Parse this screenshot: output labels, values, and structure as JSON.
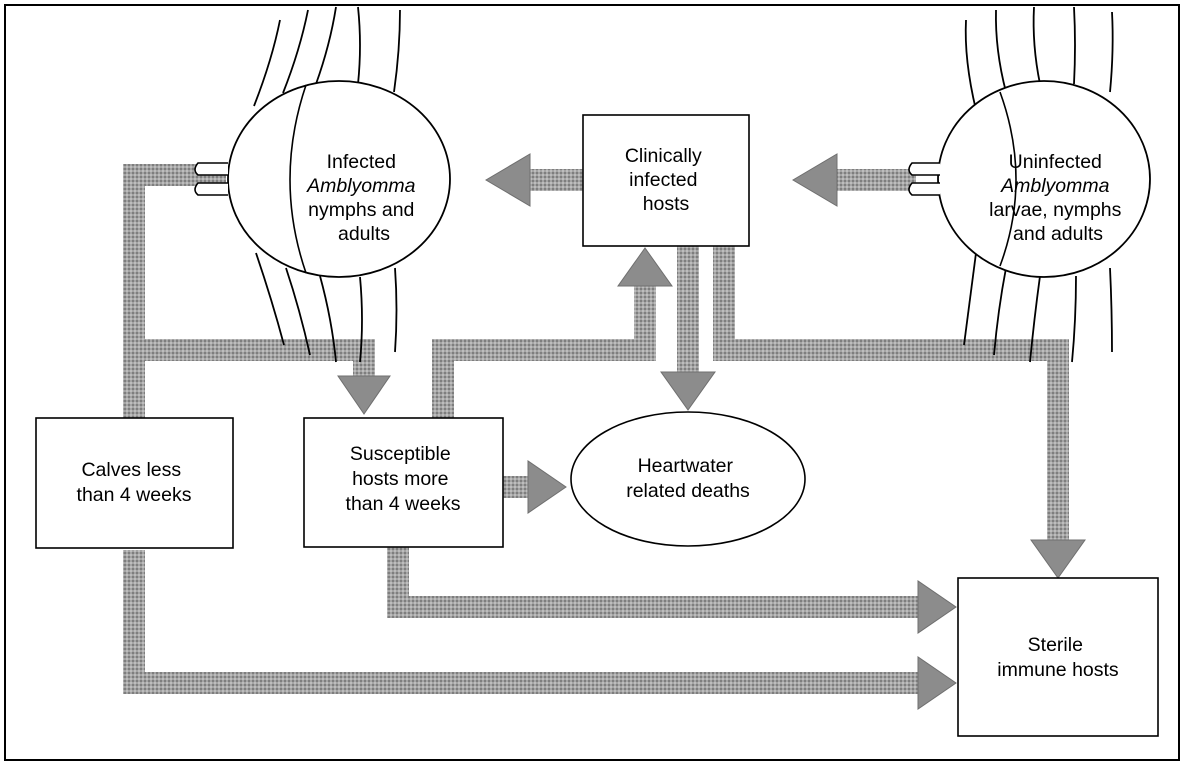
{
  "nodes": {
    "infected_ticks": {
      "line1": "Infected",
      "line2": "Amblyomma",
      "line3": "nymphs and",
      "line4": "adults"
    },
    "clinically_infected": {
      "line1": "Clinically",
      "line2": "infected",
      "line3": "hosts"
    },
    "uninfected_ticks": {
      "line1": "Uninfected",
      "line2": "Amblyomma",
      "line3": "larvae, nymphs",
      "line4": "and adults"
    },
    "calves": {
      "line1": "Calves less",
      "line2": "than 4 weeks"
    },
    "susceptible": {
      "line1": "Susceptible",
      "line2": "hosts more",
      "line3": "than 4 weeks"
    },
    "deaths": {
      "line1": "Heartwater",
      "line2": "related deaths"
    },
    "sterile_immune": {
      "line1": "Sterile",
      "line2": "immune hosts"
    }
  },
  "colors": {
    "arrow": "#9a9a9a",
    "arrow_head": "#8c8c8c",
    "outline": "#000000",
    "background": "#ffffff"
  },
  "icons": {
    "tick": "tick-body-icon"
  }
}
